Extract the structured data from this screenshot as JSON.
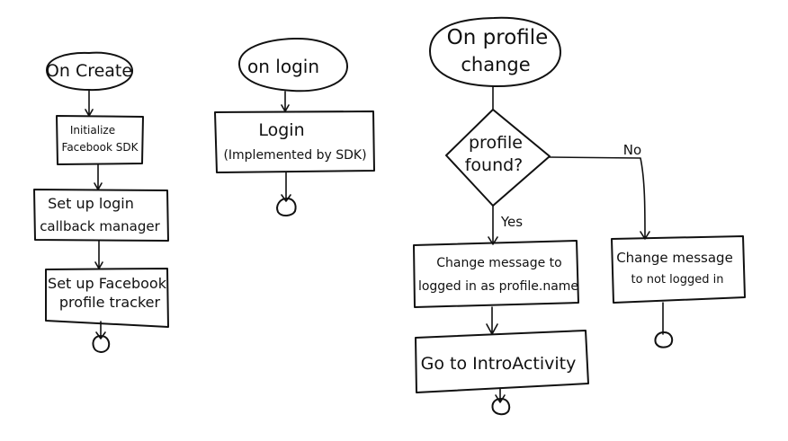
{
  "flow_on_create": {
    "start": "On Create",
    "step1_line1": "Initialize",
    "step1_line2": "Facebook SDK",
    "step2_line1": "Set up login",
    "step2_line2": "callback manager",
    "step3_line1": "Set up Facebook",
    "step3_line2": "profile tracker"
  },
  "flow_on_login": {
    "start": "on login",
    "step1_line1": "Login",
    "step1_line2": "(Implemented by SDK)"
  },
  "flow_on_profile_change": {
    "start_line1": "On profile",
    "start_line2": "change",
    "decision_line1": "profile",
    "decision_line2": "found?",
    "yes_label": "Yes",
    "no_label": "No",
    "yes_step1_line1": "Change message to",
    "yes_step1_line2": "logged in as profile.name",
    "yes_step2": "Go to IntroActivity",
    "no_step1_line1": "Change message",
    "no_step1_line2": "to not logged in"
  }
}
